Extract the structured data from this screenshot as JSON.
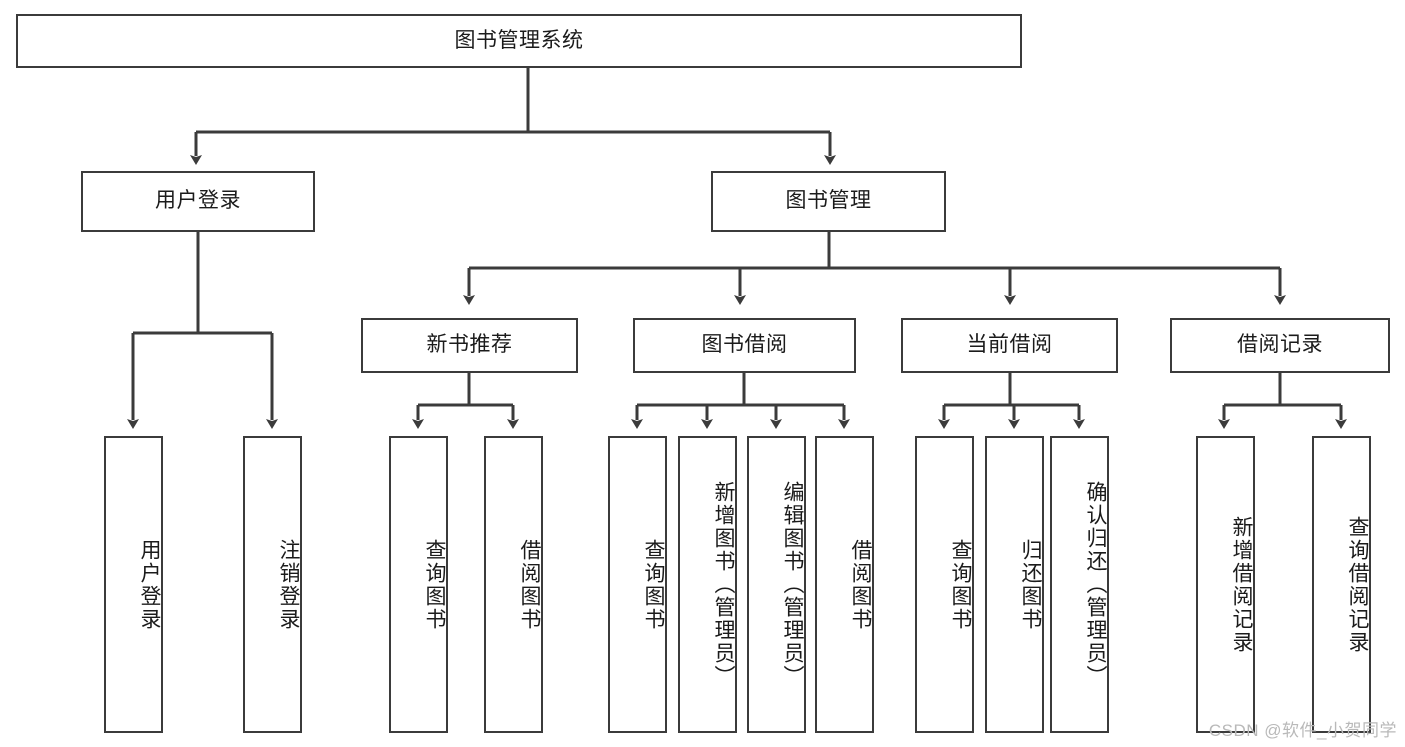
{
  "diagram": {
    "title": "图书管理系统",
    "type": "tree-hierarchy",
    "orientation": "top-down",
    "style": {
      "box_border": "#3b3b3b",
      "box_fill": "#ffffff",
      "edge_color": "#3b3b3b",
      "text_color": "#1b1b1b",
      "background": "#ffffff",
      "watermark_color": "#b9b9b9"
    }
  },
  "root": {
    "label": "图书管理系统"
  },
  "level2": [
    {
      "label": "用户登录"
    },
    {
      "label": "图书管理"
    }
  ],
  "level3": [
    {
      "label": "新书推荐"
    },
    {
      "label": "图书借阅"
    },
    {
      "label": "当前借阅"
    },
    {
      "label": "借阅记录"
    }
  ],
  "leaves": {
    "user_login": [
      {
        "label": "用户登录"
      },
      {
        "label": "注销登录"
      }
    ],
    "new_book_recommend": [
      {
        "label": "查询图书"
      },
      {
        "label": "借阅图书"
      }
    ],
    "book_borrow": [
      {
        "label": "查询图书"
      },
      {
        "label": "新增图书（管理员）"
      },
      {
        "label": "编辑图书（管理员）"
      },
      {
        "label": "借阅图书"
      }
    ],
    "current_borrow": [
      {
        "label": "查询图书"
      },
      {
        "label": "归还图书"
      },
      {
        "label": "确认归还（管理员）"
      }
    ],
    "borrow_records": [
      {
        "label": "新增借阅记录"
      },
      {
        "label": "查询借阅记录"
      }
    ]
  },
  "watermark": {
    "text": "CSDN @软件_小贺同学"
  }
}
